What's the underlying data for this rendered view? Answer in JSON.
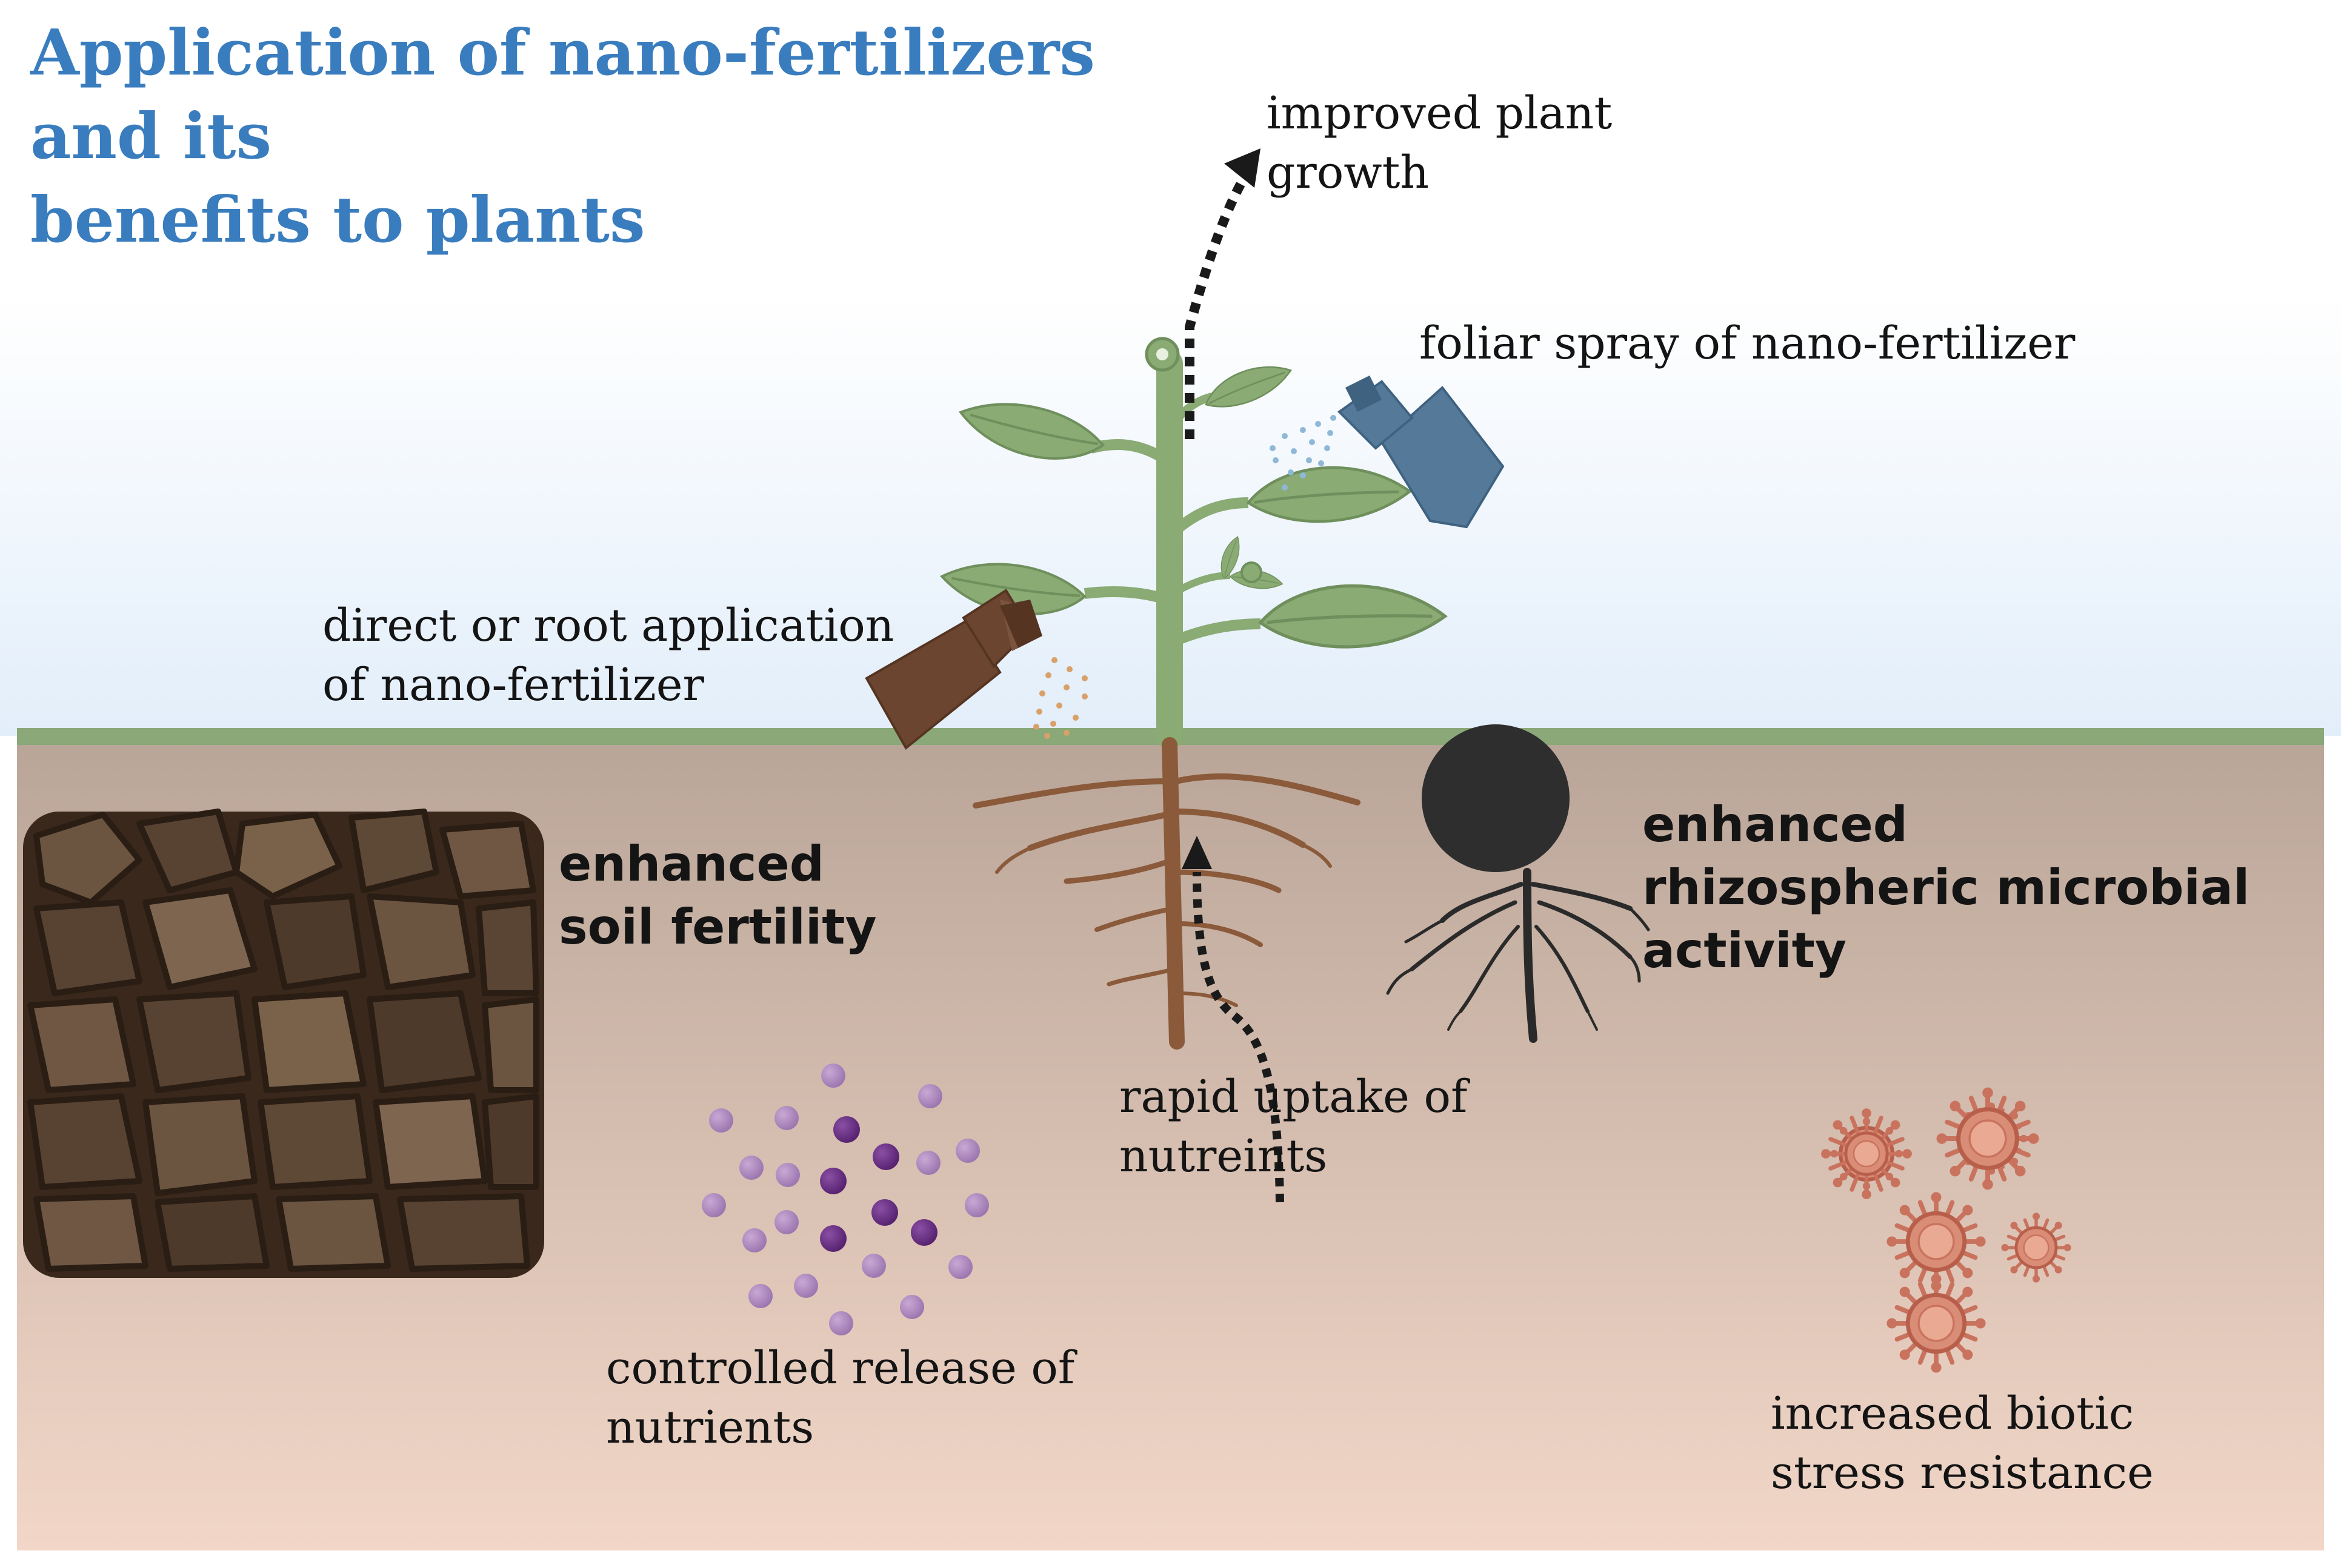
{
  "title": {
    "line1": "Application of nano-fertilizers and its",
    "line2": "benefits to plants"
  },
  "labels": {
    "growth": [
      "improved plant",
      "growth"
    ],
    "foliar": "foliar spray of nano-fertilizer",
    "root_application": [
      "direct or root application",
      "of nano-fertilizer"
    ],
    "soil_fertility": [
      "enhanced",
      "soil fertility"
    ],
    "microbial": [
      "enhanced",
      "rhizospheric microbial",
      "activity"
    ],
    "uptake": [
      "rapid uptake of",
      "nutreints"
    ],
    "controlled_release": [
      "controlled release of",
      "nutrients"
    ],
    "stress": [
      "increased biotic",
      "stress resistance"
    ]
  },
  "icons": [
    "plant-icon",
    "spray-bottle-icon",
    "soil-clods-icon",
    "nanoparticles-icon",
    "microbe-root-icon",
    "pathogen-virus-icon",
    "dotted-arrow-icon"
  ],
  "colors": {
    "title": "#3a7dbf",
    "sky_top": "#ffffff",
    "sky_bottom": "#e2eefa",
    "ground_line": "#8aa878",
    "soil_top": "#b9a598",
    "soil_bottom": "#f2d7c8",
    "leaf": "#8aab74",
    "root": "#8a5a3a",
    "foliar_bottle": "#557a99",
    "root_bottle": "#6b4530",
    "particles": "#7a3e8e",
    "virus": "#c9735f"
  }
}
